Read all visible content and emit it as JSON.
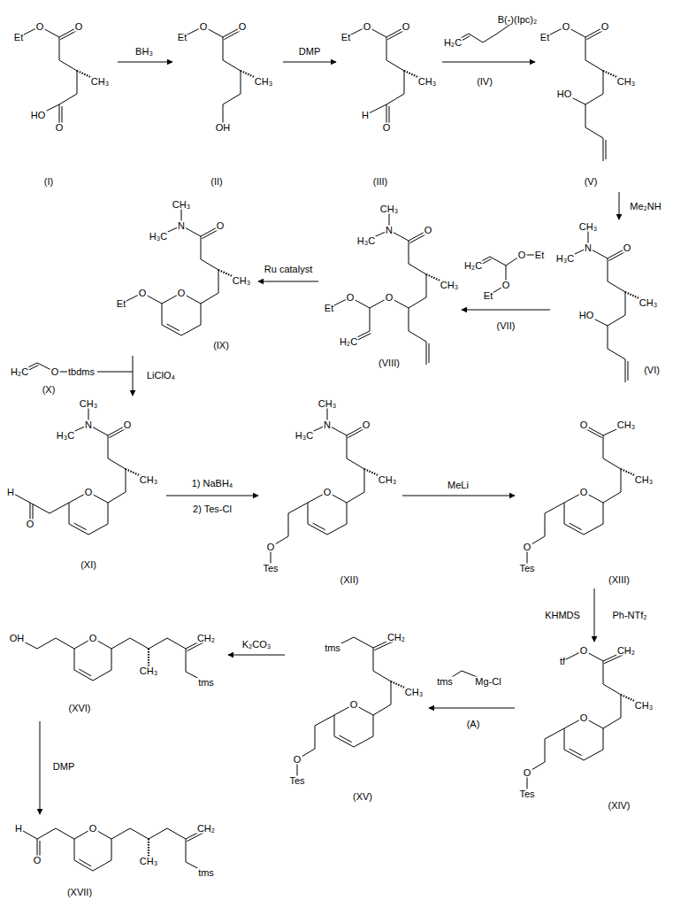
{
  "diagram": {
    "nodes": [
      {
        "text": [
          "(I)"
        ]
      },
      {
        "text": [
          "(II)"
        ]
      },
      {
        "text": [
          "(III)"
        ]
      },
      {
        "text": [
          "(V)"
        ]
      },
      {
        "text": [
          "(VI)"
        ]
      },
      {
        "text": [
          "(VIII)"
        ]
      },
      {
        "text": [
          "(IX)"
        ]
      },
      {
        "text": [
          "(XI)"
        ]
      },
      {
        "text": [
          "(XII)"
        ]
      },
      {
        "text": [
          "(XIII)"
        ]
      },
      {
        "text": [
          "(XIV)"
        ]
      },
      {
        "text": [
          "(XV)"
        ]
      },
      {
        "text": [
          "(XVI)"
        ]
      },
      {
        "text": [
          "(XVII)"
        ]
      }
    ],
    "edges": [
      {
        "from": 0,
        "to": 1,
        "arrow": "to",
        "label": "BH₃"
      },
      {
        "from": 1,
        "to": 2,
        "arrow": "to",
        "label": "DMP"
      },
      {
        "from": 2,
        "to": 3,
        "arrow": "to"
      },
      {
        "from": 3,
        "to": 4,
        "arrow": "to",
        "label": "Me₂NH"
      },
      {
        "from": 4,
        "to": 5,
        "arrow": "to"
      },
      {
        "from": 5,
        "to": 6,
        "arrow": "to",
        "label": "Ru catalyst"
      },
      {
        "from": 6,
        "to": 7,
        "arrow": "to",
        "label": "LiClO₄"
      },
      {
        "from": 7,
        "to": 8,
        "arrow": "to",
        "label": "1) NaBH₄"
      },
      {
        "from": 8,
        "to": 9,
        "arrow": "to",
        "label": "MeLi"
      },
      {
        "from": 9,
        "to": 10,
        "arrow": "to",
        "label": "KHMDS"
      },
      {
        "from": 10,
        "to": 11,
        "arrow": "to"
      },
      {
        "from": 11,
        "to": 12,
        "arrow": "to",
        "label": "K₂CO₃"
      },
      {
        "from": 12,
        "to": 13,
        "arrow": "to",
        "label": "DMP"
      }
    ],
    "labels": [
      "Et",
      "O",
      "O",
      "CH₃",
      "HO",
      "O",
      "Et",
      "O",
      "O",
      "CH₃",
      "OH",
      "Et",
      "O",
      "O",
      "CH₃",
      "H",
      "O",
      "H₂C",
      "B(-)(Ipc)₂",
      "(IV)",
      "Et",
      "O",
      "O",
      "CH₃",
      "HO",
      "CH₃",
      "N",
      "H₃C",
      "O",
      "CH₃",
      "HO",
      "H₂C",
      "O",
      "Et",
      "O",
      "Et",
      "(VII)",
      "CH₃",
      "N",
      "H₃C",
      "O",
      "CH₃",
      "O",
      "O",
      "Et",
      "H₂C",
      "CH₃",
      "N",
      "H₃C",
      "O",
      "CH₃",
      "O",
      "O",
      "Et",
      "H₂C",
      "O",
      "tbdms",
      "(X)",
      "CH₃",
      "N",
      "H₃C",
      "O",
      "CH₃",
      "O",
      "H",
      "O",
      "CH₃",
      "N",
      "H₃C",
      "O",
      "CH₃",
      "O",
      "O",
      "Tes",
      "O",
      "CH₃",
      "CH₃",
      "O",
      "O",
      "Tes",
      "Ph-NTf₂",
      "tf",
      "O",
      "CH₂",
      "CH₃",
      "O",
      "O",
      "Tes",
      "tms",
      "Mg-Cl",
      "(A)",
      "tms",
      "CH₂",
      "CH₃",
      "O",
      "O",
      "Tes",
      "OH",
      "O",
      "CH₃",
      "CH₂",
      "tms",
      "H",
      "O",
      "O",
      "CH₃",
      "CH₂",
      "tms",
      "2) Tes-Cl"
    ]
  }
}
